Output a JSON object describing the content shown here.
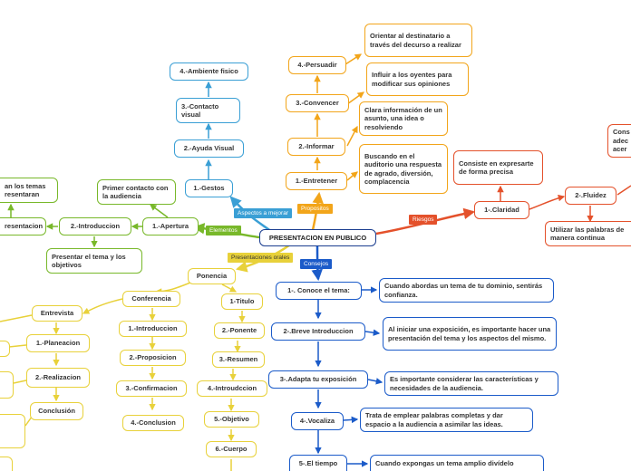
{
  "root": "PRESENTACION EN PUBLICO",
  "tags": {
    "aspectos": "Aspectos a mejorar",
    "propositos": "Propositos",
    "riesgos": "Riesgos",
    "elementos": "Elementos",
    "presentaciones": "Presentaciones orales",
    "consejos": "Consejos"
  },
  "aspectos": {
    "gestos": "1.-Gestos",
    "ayuda": "2.-Ayuda Visual",
    "contacto": "3.-Contacto visual",
    "ambiente": "4.-Ambiente fisico"
  },
  "propositos": {
    "entretener": "1.-Entretener",
    "entretener_desc": "Buscando en el auditorio una respuesta de agrado, diversión, complacencia",
    "informar": "2.-Informar",
    "informar_desc": "Clara información de un asunto, una idea o resolviendo",
    "convencer": "3.-Convencer",
    "convencer_desc": "Influir a los oyentes para modificar sus opiniones",
    "persuadir": "4.-Persuadir",
    "persuadir_desc": "Orientar al destinatario a través del decurso a realizar"
  },
  "riesgos": {
    "claridad": "1-.Claridad",
    "claridad_desc": "Consiste en expresarte de forma precisa",
    "fluidez": "2-.Fluidez",
    "fluidez_desc": "Utilizar las palabras de manera continua",
    "extra_desc": "Cons adec acer"
  },
  "elementos": {
    "apertura": "1.-Apertura",
    "apertura_desc": "Primer contacto con la audiencia",
    "introduccion": "2.-Introduccion",
    "introduccion_desc": "Presentar el tema y los objetivos",
    "left_top": "an los temas resentaran",
    "left_mid": "resentacion"
  },
  "presentaciones": {
    "ponencia": "Ponencia",
    "ponencia_items": [
      "1-Titulo",
      "2.-Ponente",
      "3.-Resumen",
      "4.-Introudccion",
      "5.-Objetivo",
      "6.-Cuerpo"
    ],
    "conferencia": "Conferencia",
    "conferencia_items": [
      "1.-Introduccion",
      "2.-Proposicion",
      "3.-Confirmacion",
      "4.-Conclusion"
    ],
    "entrevista": "Entrevista",
    "entrevista_items": [
      "1.-Planeacion",
      "2.-Realizacion",
      "Conclusión"
    ]
  },
  "consejos": {
    "items": [
      {
        "label": "1-. Conoce el tema:",
        "desc": "Cuando abordas un tema de tu dominio, sentirás confianza."
      },
      {
        "label": "2-.Breve Introduccion",
        "desc": "Al iniciar una exposición, es importante hacer una presentación del tema y los aspectos del mismo."
      },
      {
        "label": "3-.Adapta tu exposición",
        "desc": "Es importante considerar las características y necesidades de la audiencia."
      },
      {
        "label": "4-.Vocaliza",
        "desc": "Trata de emplear palabras completas y dar espacio a la audiencia a asimilar las ideas."
      },
      {
        "label": "5-.El tiempo",
        "desc": "Cuando expongas un tema amplio divídelo"
      }
    ]
  },
  "colors": {
    "blue": "#3a9fd5",
    "orange": "#f2a51a",
    "red": "#e4512b",
    "green": "#78b82a",
    "yellow": "#e8d13a",
    "navy": "#1b5bc9"
  }
}
